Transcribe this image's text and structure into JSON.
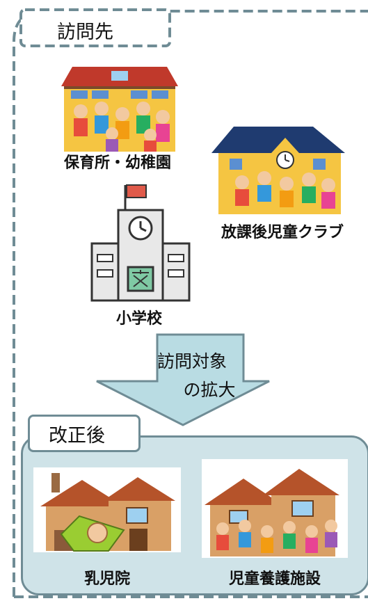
{
  "header": {
    "title": "訪問先"
  },
  "places": {
    "nursery": "保育所・幼稚園",
    "after_school": "放課後児童クラブ",
    "elementary": "小学校"
  },
  "arrow": {
    "line1": "訪問対象",
    "line2": "の拡大"
  },
  "revision": {
    "title": "改正後",
    "infant_home": "乳児院",
    "child_welfare": "児童養護施設"
  },
  "colors": {
    "frame": "#6f8c95",
    "panel_fill": "#cfe3e8",
    "arrow_fill": "#b9dce3",
    "roof_red": "#c0392b",
    "wall_yellow": "#f5c542",
    "house_wall": "#d9a066",
    "house_roof": "#b5532a"
  },
  "icons": [
    "nursery-building-icon",
    "after-school-building-icon",
    "school-icon",
    "infant-home-icon",
    "children-home-icon"
  ]
}
